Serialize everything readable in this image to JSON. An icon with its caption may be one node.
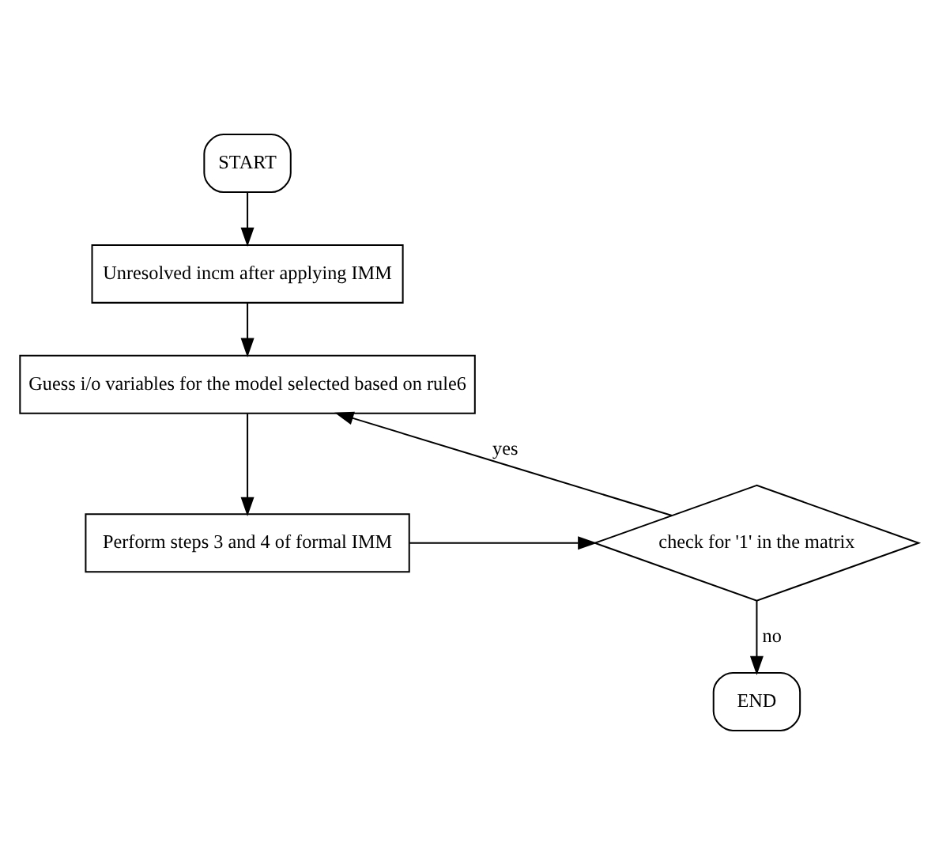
{
  "diagram": {
    "nodes": [
      {
        "text": [
          "START"
        ]
      },
      {
        "text": [
          "Unresolved incm after applying IMM"
        ]
      },
      {
        "text": [
          "Guess i/o variables for the model selected based on rule6"
        ]
      },
      {
        "text": [
          "Perform steps 3 and 4 of formal IMM"
        ]
      },
      {
        "text": [
          "check for '1' in the matrix"
        ]
      },
      {
        "text": [
          "END"
        ]
      }
    ],
    "edges": [
      {
        "from": 0,
        "to": 1,
        "arrow": "to"
      },
      {
        "from": 1,
        "to": 2,
        "arrow": "to"
      },
      {
        "from": 2,
        "to": 3,
        "arrow": "to"
      },
      {
        "from": 3,
        "to": 4,
        "arrow": "to"
      },
      {
        "from": 4,
        "to": 2,
        "arrow": "to",
        "label": "yes"
      },
      {
        "from": 4,
        "to": 5,
        "arrow": "to",
        "label": "no"
      }
    ]
  }
}
